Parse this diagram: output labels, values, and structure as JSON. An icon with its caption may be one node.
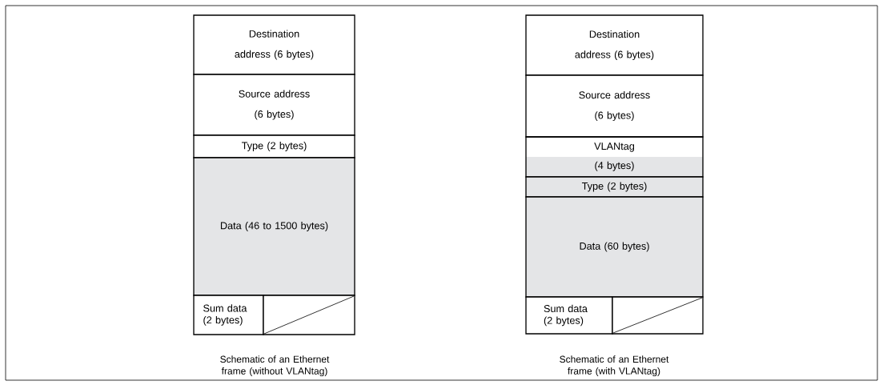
{
  "diagram": {
    "nodes": [
      {
        "text": [
          "Destination address (6 bytes)"
        ]
      },
      {
        "text": [
          "Source address (6 bytes)"
        ]
      },
      {
        "text": [
          "Type (2 bytes)"
        ]
      },
      {
        "text": [
          "Data (46 to 1500 bytes)"
        ]
      },
      {
        "text": [
          "Sum data (2 bytes)"
        ]
      },
      {
        "text": [],
        "shape": "box"
      },
      {
        "text": [
          "Destination address (6 bytes)"
        ]
      },
      {
        "text": [
          "Source address (6 bytes)"
        ]
      },
      {
        "text": [
          "VLANtag (4 bytes)"
        ]
      },
      {
        "text": [
          "Type (2 bytes)"
        ]
      },
      {
        "text": [
          "Data (60 bytes)"
        ]
      },
      {
        "text": [
          "Sum data (2 bytes)"
        ]
      },
      {
        "text": [],
        "shape": "box"
      }
    ],
    "labels": [
      "Schematic of an Ethernet frame (without VLANtag)",
      "Schematic of an Ethernet frame (with VLANtag)"
    ]
  }
}
